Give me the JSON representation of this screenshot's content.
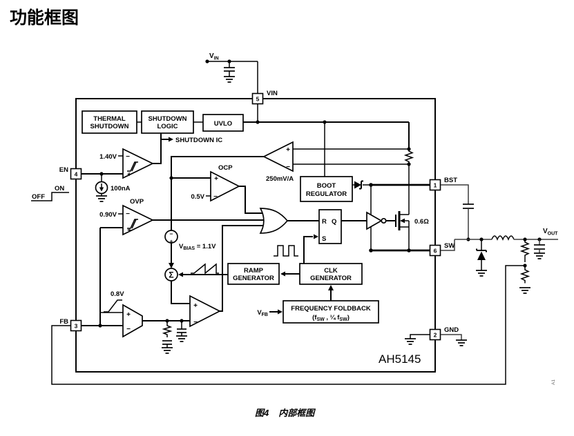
{
  "title": "功能框图",
  "caption": {
    "fig": "图4",
    "text": "内部框图"
  },
  "corner_note": "A1",
  "chip_name": "AH5145",
  "colors": {
    "line": "#000000",
    "background": "#ffffff"
  },
  "pins": {
    "vin": {
      "num": "5",
      "label": "VIN"
    },
    "en": {
      "num": "4",
      "label": "EN"
    },
    "fb": {
      "num": "3",
      "label": "FB"
    },
    "bst": {
      "num": "1",
      "label": "BST"
    },
    "sw": {
      "num": "6",
      "label": "SW"
    },
    "gnd": {
      "num": "2",
      "label": "GND"
    }
  },
  "blocks": {
    "thermal_shutdown": {
      "l1": "THERMAL",
      "l2": "SHUTDOWN"
    },
    "shutdown_logic": {
      "l1": "SHUTDOWN",
      "l2": "LOGIC"
    },
    "uvlo": "UVLO",
    "boot_regulator": {
      "l1": "BOOT",
      "l2": "REGULATOR"
    },
    "ramp_generator": {
      "l1": "RAMP",
      "l2": "GENERATOR"
    },
    "clk_generator": {
      "l1": "CLK",
      "l2": "GENERATOR"
    },
    "frequency_foldback": {
      "l1": "FREQUENCY FOLDBACK",
      "p1": "(f",
      "s1": "SW",
      "p2": " , ¼ f",
      "s2": "SW",
      "p3": ")"
    }
  },
  "latch": {
    "r": "R",
    "q": "Q",
    "s": "S"
  },
  "labels": {
    "shutdown_ic": "SHUTDOWN IC",
    "en_threshold": "1.40V",
    "en_pullup_current": "100nA",
    "on": "ON",
    "off": "OFF",
    "ocp": "OCP",
    "ocp_threshold": "0.5V",
    "ovp": "OVP",
    "ovp_threshold": "0.90V",
    "cs_gain": "250mV/A",
    "vbias_v": "V",
    "vbias_sub": "BIAS",
    "vbias_val": " = 1.1V",
    "sigma": "Σ",
    "softstart_ref": "0.8V",
    "rdson": "0.6Ω",
    "vin_v": "V",
    "vin_sub": "IN",
    "vout_v": "V",
    "vout_sub": "OUT",
    "vfb_v": "V",
    "vfb_sub": "FB",
    "plus": "+",
    "minus": "−"
  }
}
